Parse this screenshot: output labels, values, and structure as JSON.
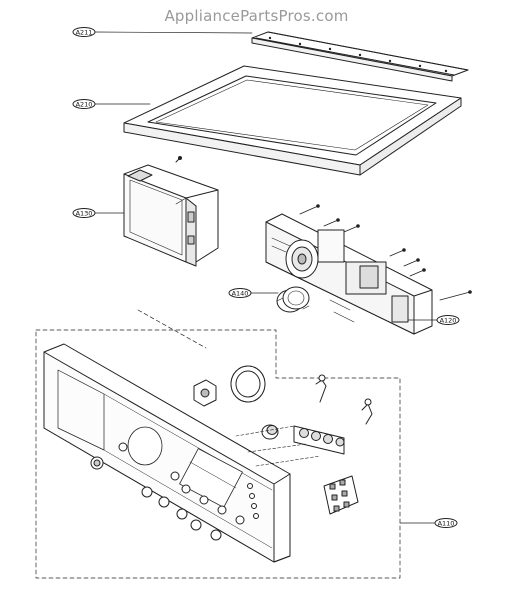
{
  "watermark": "AppliancePartsPros.com",
  "callouts": {
    "a211": "A211",
    "a210": "A210",
    "a130": "A130",
    "a140": "A140",
    "a120": "A120",
    "a110": "A110"
  }
}
